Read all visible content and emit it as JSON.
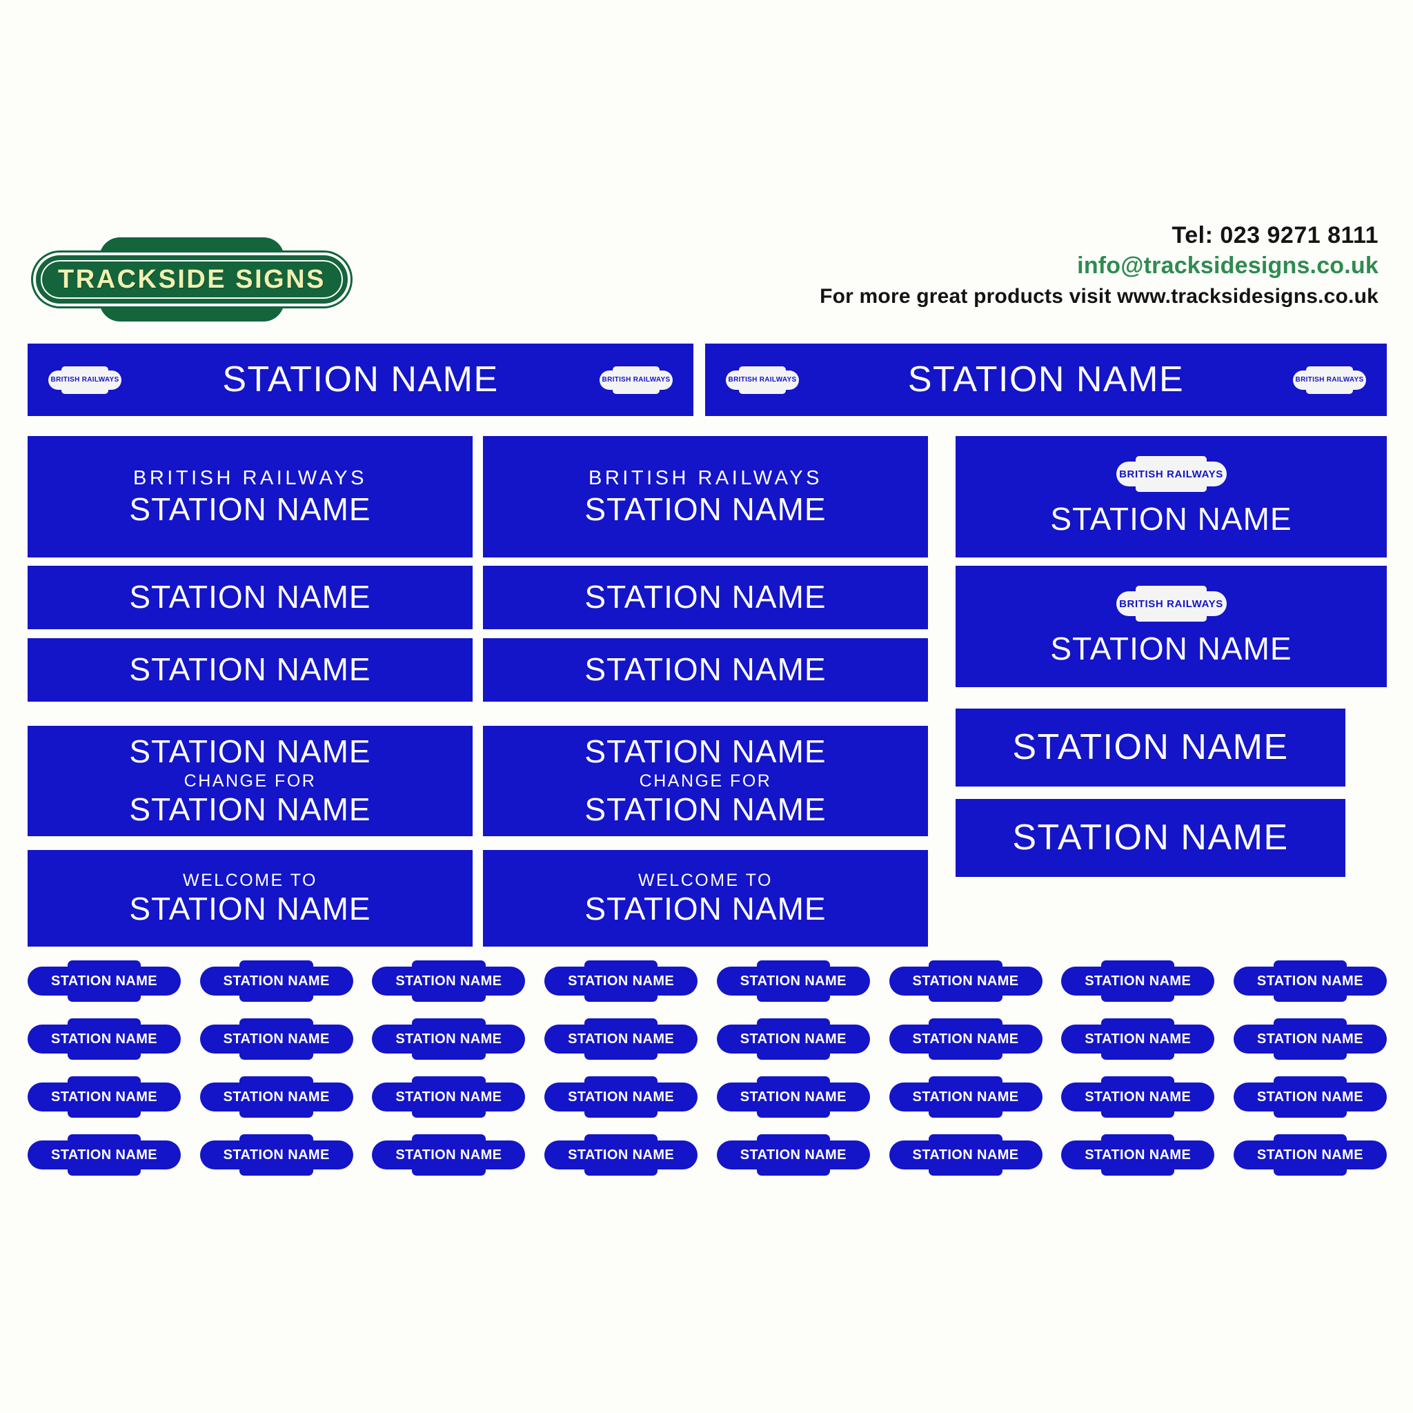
{
  "brand": {
    "logo_text": "TRACKSIDE SIGNS",
    "logo_green": "#14643c",
    "logo_text_color": "#f2f0b0"
  },
  "contact": {
    "tel": "Tel: 023 9271 8111",
    "email": "info@tracksidesigns.co.uk",
    "visit": "For more great products visit www.tracksidesigns.co.uk",
    "email_color": "#2e8b50"
  },
  "palette": {
    "sign_blue": "#1414c8",
    "sign_text": "#ffffff",
    "background": "#fdfdfa"
  },
  "labels": {
    "station_name": "STATION NAME",
    "british_railways": "BRITISH RAILWAYS",
    "change_for": "CHANGE FOR",
    "welcome_to": "WELCOME TO",
    "badge_text": "BRITISH RAILWAYS"
  },
  "banners": [
    {
      "name": "banner-left",
      "text": "STATION NAME",
      "badge": "BRITISH RAILWAYS"
    },
    {
      "name": "banner-right",
      "text": "STATION NAME",
      "badge": "BRITISH RAILWAYS"
    }
  ],
  "left_column": [
    {
      "name": "br-station-left",
      "lines": [
        "BRITISH RAILWAYS",
        "STATION NAME"
      ]
    },
    {
      "name": "station-plain-left-1",
      "lines": [
        "STATION NAME"
      ]
    },
    {
      "name": "station-plain-left-2",
      "lines": [
        "STATION NAME"
      ]
    },
    {
      "name": "change-for-left",
      "lines": [
        "STATION NAME",
        "CHANGE FOR",
        "STATION NAME"
      ]
    },
    {
      "name": "welcome-left",
      "lines": [
        "WELCOME TO",
        "STATION NAME"
      ]
    }
  ],
  "middle_column": [
    {
      "name": "br-station-mid",
      "lines": [
        "BRITISH RAILWAYS",
        "STATION NAME"
      ]
    },
    {
      "name": "station-plain-mid-1",
      "lines": [
        "STATION NAME"
      ]
    },
    {
      "name": "station-plain-mid-2",
      "lines": [
        "STATION NAME"
      ]
    },
    {
      "name": "change-for-mid",
      "lines": [
        "STATION NAME",
        "CHANGE FOR",
        "STATION NAME"
      ]
    },
    {
      "name": "welcome-mid",
      "lines": [
        "WELCOME TO",
        "STATION NAME"
      ]
    }
  ],
  "right_column": [
    {
      "name": "badge-station-right-1",
      "badge": "BRITISH RAILWAYS",
      "text": "STATION NAME"
    },
    {
      "name": "badge-station-right-2",
      "badge": "BRITISH RAILWAYS",
      "text": "STATION NAME"
    },
    {
      "name": "station-plain-right-1",
      "text": "STATION NAME"
    },
    {
      "name": "station-plain-right-2",
      "text": "STATION NAME"
    }
  ],
  "totem_grid": {
    "rows": 4,
    "columns": 8,
    "label": "STATION NAME"
  }
}
